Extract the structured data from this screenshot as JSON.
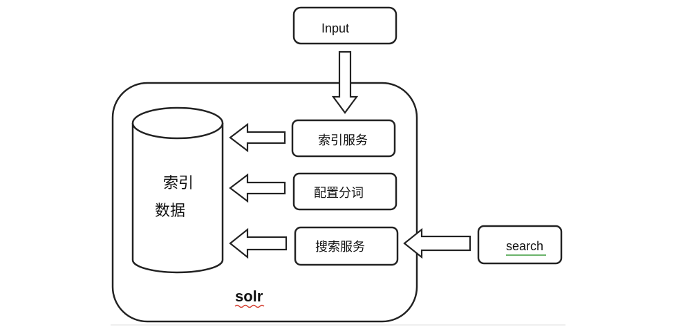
{
  "diagram": {
    "input_label": "Input",
    "index_service_label": "索引服务",
    "config_tokenizer_label": "配置分词",
    "search_service_label": "搜索服务",
    "search_label": "search",
    "index_data_line1": "索引",
    "index_data_line2": "数据",
    "container_label": "solr"
  },
  "colors": {
    "stroke": "#222222",
    "background": "#ffffff",
    "spellcheck_underline": "#d33a2c",
    "grammar_underline": "#3a9a3a"
  },
  "icons": [
    "database-cylinder-icon",
    "hollow-arrow-down-icon",
    "hollow-arrow-left-icon"
  ]
}
